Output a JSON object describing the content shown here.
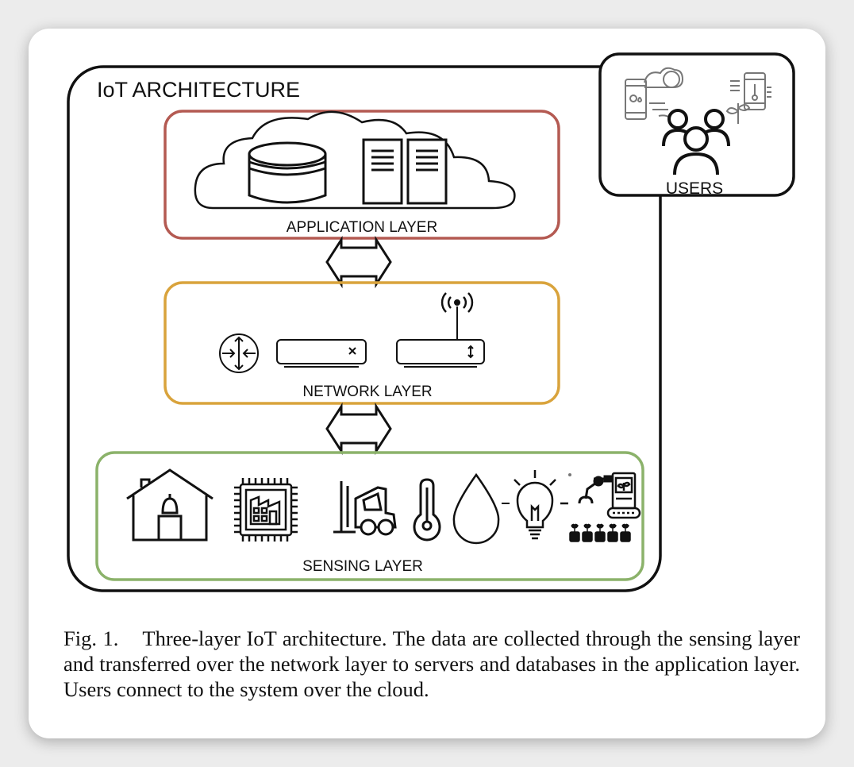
{
  "diagram": {
    "title": "IoT ARCHITECTURE",
    "layers": {
      "application": "APPLICATION LAYER",
      "network": "NETWORK LAYER",
      "sensing": "SENSING LAYER"
    },
    "users_label": "USERS",
    "colors": {
      "application_border": "#b45a52",
      "network_border": "#d9a33c",
      "sensing_border": "#8bb26a",
      "stroke": "#111111"
    }
  },
  "caption": {
    "label": "Fig. 1.",
    "text": "Three-layer IoT architecture. The data are collected through the sensing layer and transferred over the network layer to servers and databases in the application layer. Users connect to the system over the cloud."
  }
}
